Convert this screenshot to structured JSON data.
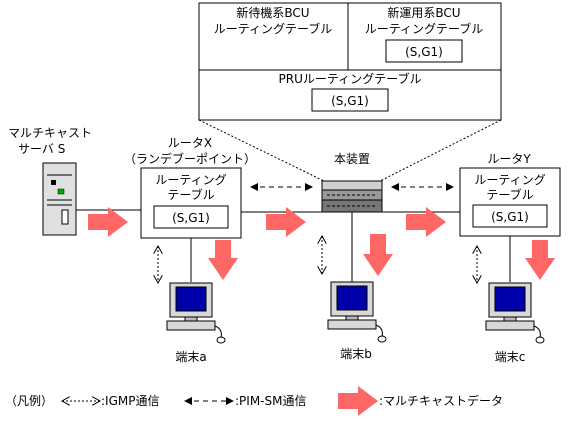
{
  "top_table": {
    "new_standby_bcu": [
      "新待機系BCU",
      "ルーティングテーブル"
    ],
    "new_active_bcu": [
      "新運用系BCU",
      "ルーティングテーブル"
    ],
    "active_entry": "(S,G1)",
    "pru": "PRUルーティングテーブル",
    "pru_entry": "(S,G1)"
  },
  "server": {
    "label": [
      "マルチキャスト",
      "サーバ S"
    ]
  },
  "router_x": {
    "label": [
      "ルータX",
      "（ランデブーポイント）"
    ],
    "table": [
      "ルーティング",
      "テーブル"
    ],
    "entry": "(S,G1)"
  },
  "device": {
    "label": "本装置"
  },
  "router_y": {
    "label": "ルータY",
    "table": [
      "ルーティング",
      "テーブル"
    ],
    "entry": "(S,G1)"
  },
  "terminals": {
    "a": "端末a",
    "b": "端末b",
    "c": "端末c"
  },
  "legend": {
    "title": "（凡例）",
    "igmp": ":IGMP通信",
    "pim": ":PIM-SM通信",
    "multicast": ":マルチキャストデータ"
  },
  "colors": {
    "arrow": "#ff6666",
    "screen": "#0000aa",
    "line": "#000000"
  }
}
